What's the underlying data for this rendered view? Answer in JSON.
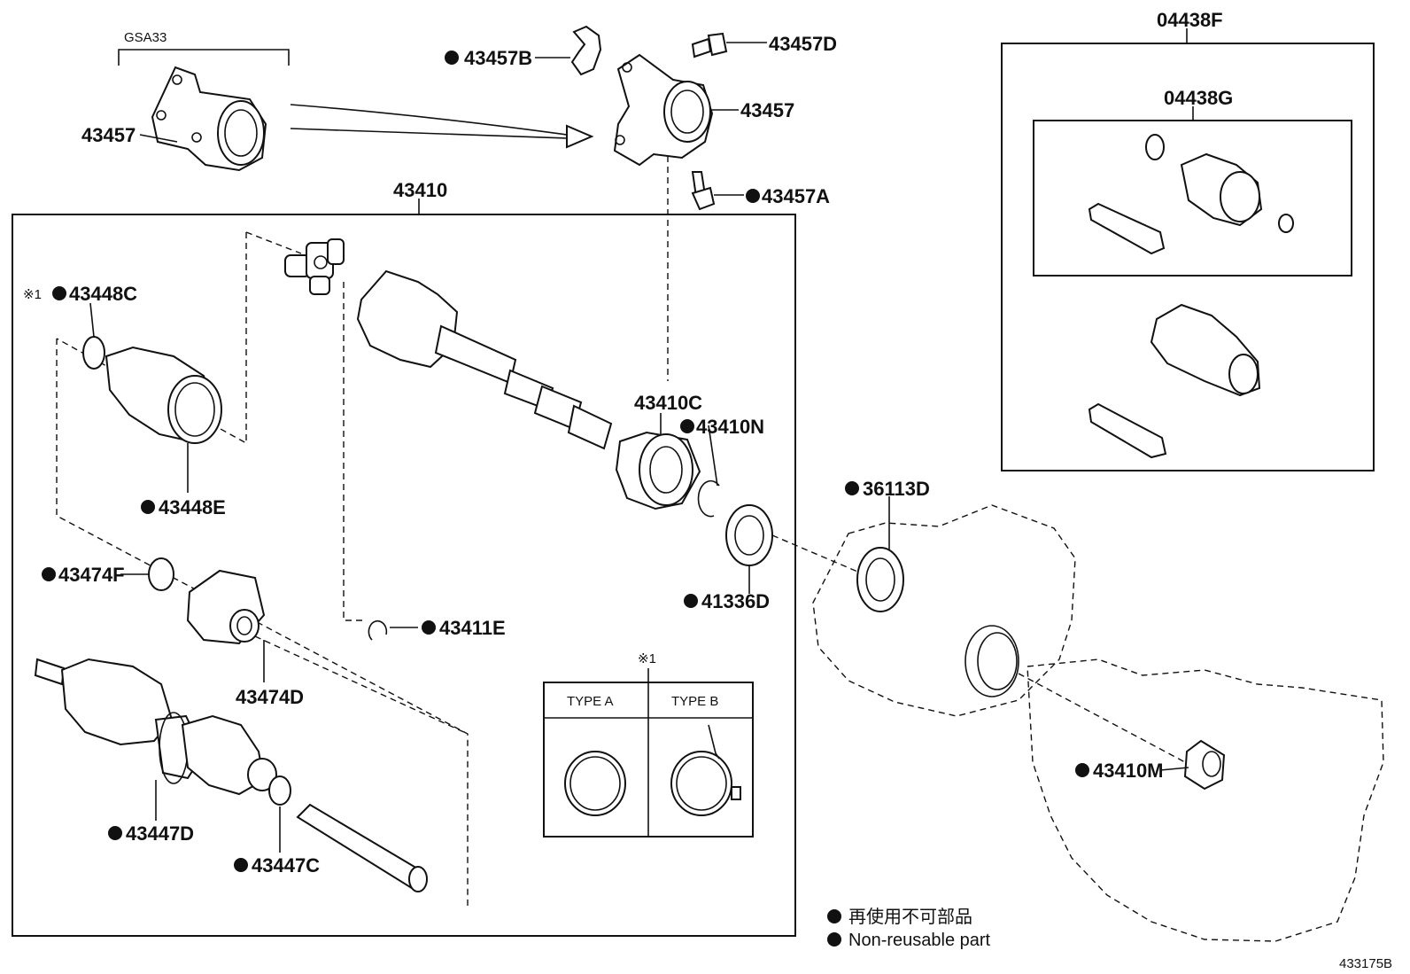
{
  "labels": {
    "gsa33": "GSA33",
    "p43457_left": "43457",
    "p43457_right": "43457",
    "p43457B": "43457B",
    "p43457D": "43457D",
    "p43457A": "43457A",
    "p43410": "43410",
    "p43448C": "43448C",
    "note_mark_1": "※1",
    "p43448E": "43448E",
    "p43474F": "43474F",
    "p43474D": "43474D",
    "p43447D": "43447D",
    "p43447C": "43447C",
    "p43411E": "43411E",
    "p43410C": "43410C",
    "p43410N": "43410N",
    "p41336D": "41336D",
    "p36113D": "36113D",
    "p43410M": "43410M",
    "p04438F": "04438F",
    "p04438G": "04438G",
    "type_note_mark": "※1",
    "type_a": "TYPE A",
    "type_b": "TYPE B",
    "diagram_id": "433175B"
  },
  "legend": {
    "jp": "再使用不可部品",
    "en": "Non-reusable part"
  },
  "colors": {
    "ink": "#111111",
    "background": "#ffffff"
  }
}
